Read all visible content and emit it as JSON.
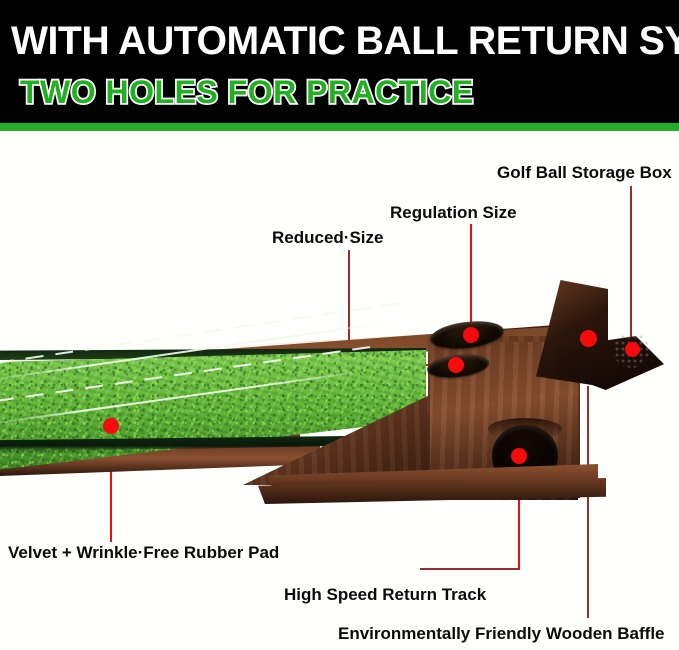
{
  "header": {
    "line_1": "WITH  AUTOMATIC BALL  RETURN SYSTEM",
    "line_2": "TWO HOLES FOR PRACTICE",
    "background_color": "#010101",
    "line_1_color": "#ffffff",
    "line_2_color": "#22b022",
    "line_2_outline_color": "#ffffff",
    "accent_bar_color": "#27ae27"
  },
  "callouts": [
    {
      "id": "golf-ball-storage-box",
      "label": "Golf Ball Storage Box"
    },
    {
      "id": "regulation-size",
      "label": "Regulation Size"
    },
    {
      "id": "reduced-size",
      "label": "Reduced·Size"
    },
    {
      "id": "velvet-rubber-pad",
      "label": "Velvet + Wrinkle·Free Rubber Pad"
    },
    {
      "id": "high-speed-return-track",
      "label": "High Speed Return Track"
    },
    {
      "id": "environmentally-friendly-baffle",
      "label": "Environmentally Friendly Wooden Baffle"
    }
  ],
  "colors": {
    "leader_line": "#9c2b2b",
    "marker_dot": "#f40c0c",
    "label_text": "#0b0b0b",
    "wood_dark": "#2b150c",
    "wood_mid": "#6d3c22",
    "wood_light": "#8a5130",
    "turf_light": "#7fcf4f",
    "turf_mid": "#5fb535",
    "turf_dark": "#3f8c23",
    "page_background": "#fffffd"
  },
  "product": {
    "name": "wooden-golf-putting-green-with-ball-return",
    "holes": [
      {
        "name": "regulation-size-hole",
        "size": "regulation"
      },
      {
        "name": "reduced-size-hole",
        "size": "reduced"
      }
    ],
    "ball": "golf-ball"
  }
}
